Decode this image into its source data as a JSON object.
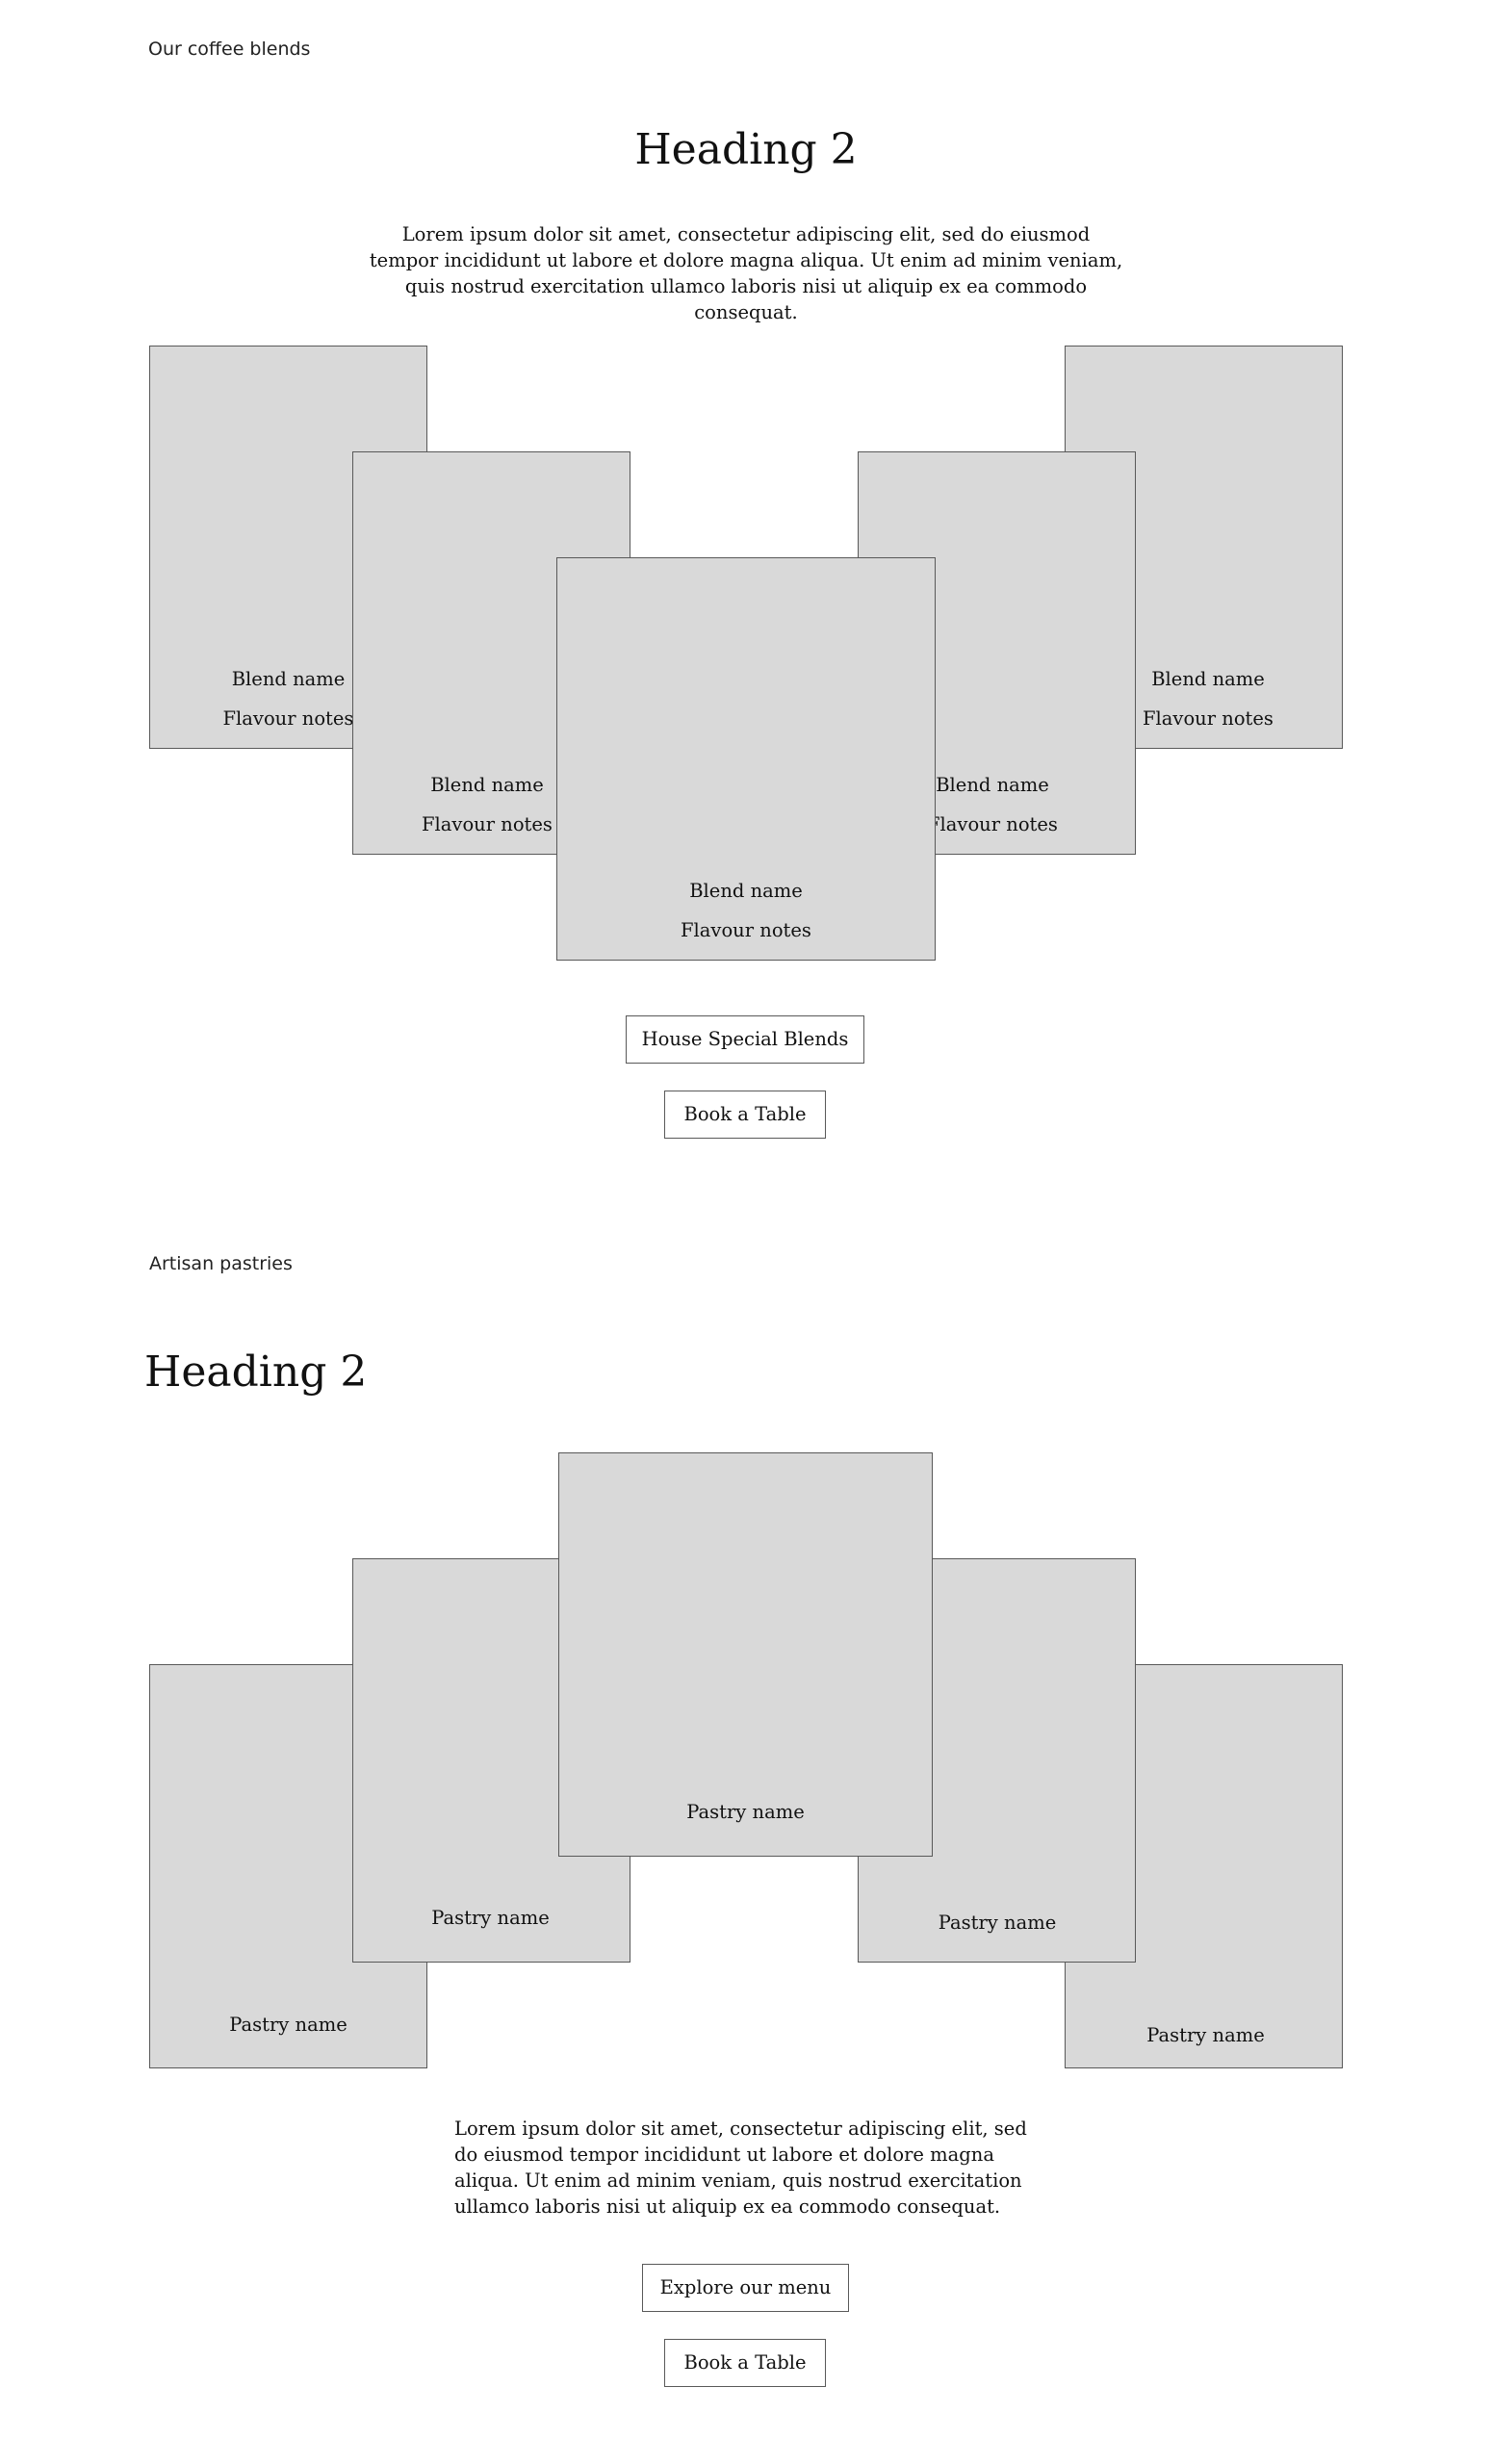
{
  "coffee": {
    "eyebrow": "Our coffee blends",
    "heading": "Heading 2",
    "intro": "Lorem ipsum dolor sit amet, consectetur adipiscing elit, sed do eiusmod tempor incididunt ut labore et dolore magna aliqua. Ut enim ad minim veniam, quis nostrud exercitation ullamco laboris nisi ut aliquip ex ea commodo consequat.",
    "cards": [
      {
        "name": "Blend name",
        "notes": "Flavour notes"
      },
      {
        "name": "Blend name",
        "notes": "Flavour notes"
      },
      {
        "name": "Blend name",
        "notes": "Flavour notes"
      },
      {
        "name": "Blend name",
        "notes": "Flavour notes"
      },
      {
        "name": "Blend name",
        "notes": "Flavour notes"
      }
    ],
    "primary_button": "House Special  Blends",
    "secondary_button": "Book a Table"
  },
  "pastries": {
    "eyebrow": "Artisan pastries",
    "heading": "Heading 2",
    "cards": [
      {
        "name": "Pastry name"
      },
      {
        "name": "Pastry name"
      },
      {
        "name": "Pastry name"
      },
      {
        "name": "Pastry name"
      },
      {
        "name": "Pastry name"
      }
    ],
    "body": "Lorem ipsum dolor sit amet, consectetur adipiscing elit, sed do eiusmod tempor incididunt ut labore et dolore magna aliqua. Ut enim ad minim veniam, quis nostrud exercitation ullamco laboris nisi ut aliquip ex ea commodo consequat.",
    "primary_button": "Explore our menu",
    "secondary_button": "Book a Table"
  },
  "colors": {
    "card_fill": "#d9d9d9",
    "card_border": "#595959",
    "text": "#111111",
    "background": "#ffffff"
  }
}
